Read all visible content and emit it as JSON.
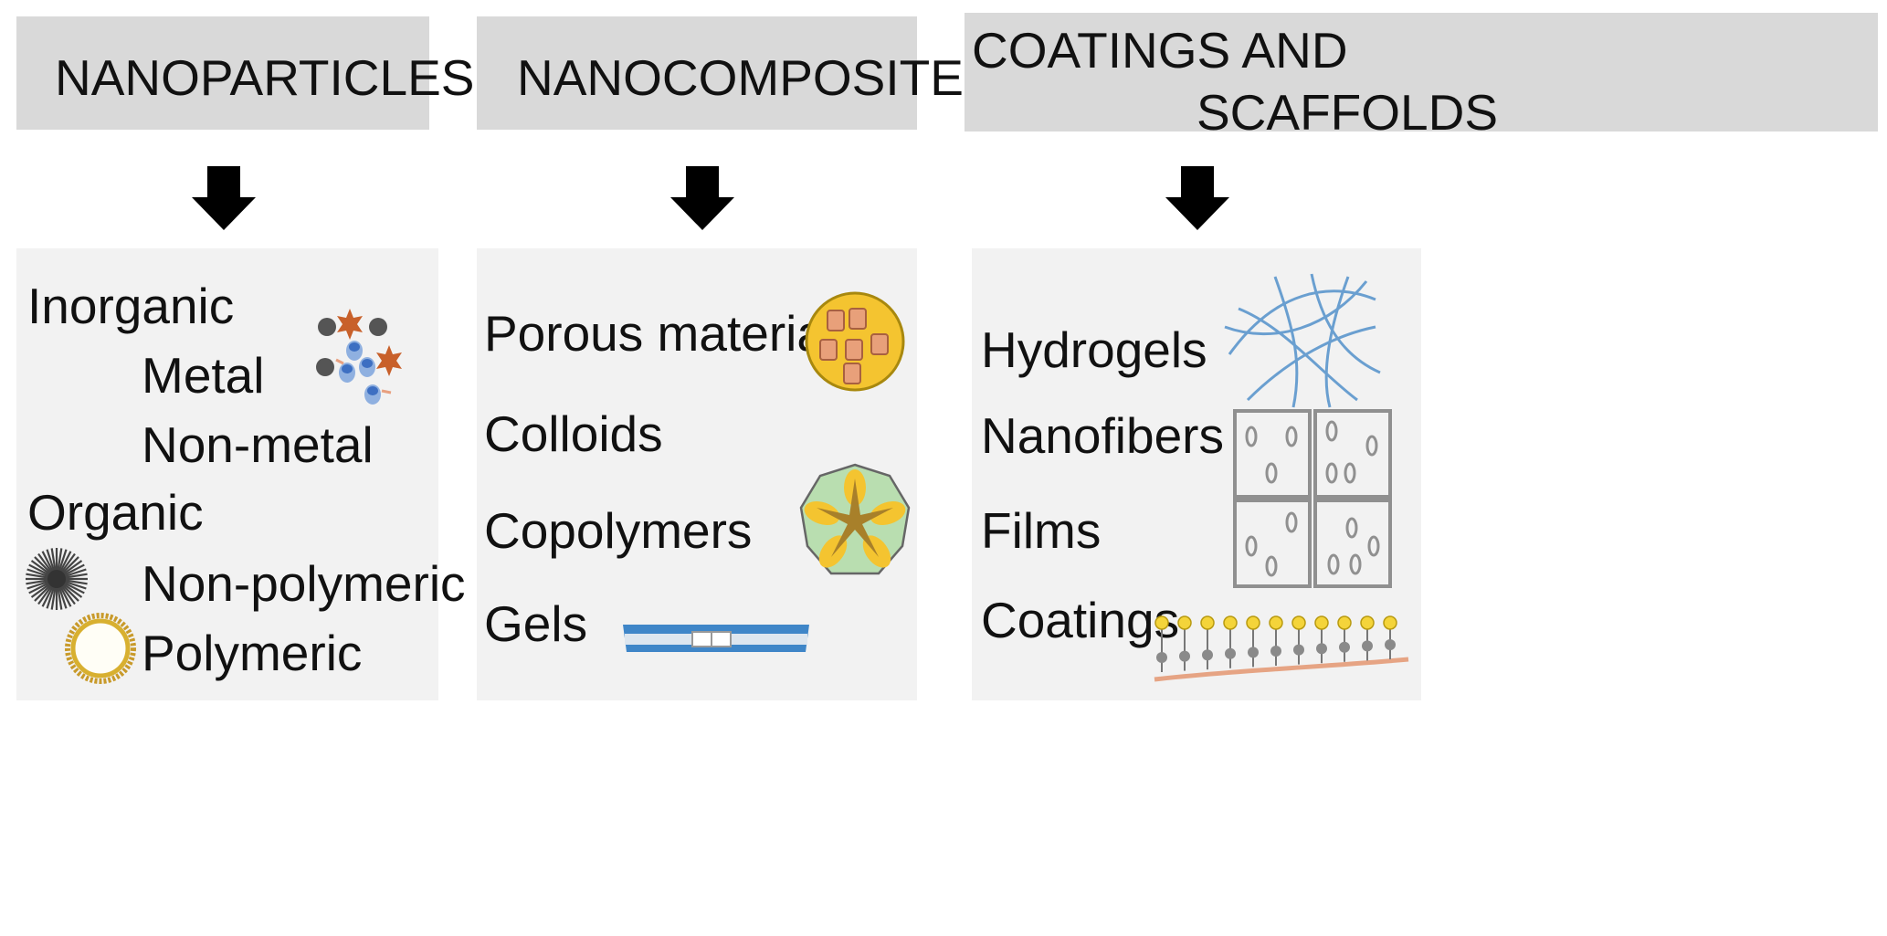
{
  "columns": [
    {
      "header": "NANOPARTICLES",
      "items": [
        "Inorganic",
        "Metal",
        "Non-metal",
        "Organic",
        "Non-polymeric",
        "Polymeric"
      ],
      "icons": [
        "metal-nanoparticles-icon",
        "starburst-icon",
        "polymer-ring-icon"
      ]
    },
    {
      "header": "NANOCOMPOSITES",
      "items": [
        "Porous materials",
        "Colloids",
        "Copolymers",
        "Gels"
      ],
      "icons": [
        "porous-material-icon",
        "copolymer-icon",
        "gel-icon"
      ]
    },
    {
      "header_lines": [
        "COATINGS AND",
        "SCAFFOLDS"
      ],
      "items": [
        "Hydrogels",
        "Nanofibers",
        "Films",
        "Coatings"
      ],
      "icons": [
        "hydrogel-fibers-icon",
        "film-grid-icon",
        "coating-layer-icon"
      ]
    }
  ],
  "colors": {
    "header_bg": "#d9d9d9",
    "panel_bg": "#f2f2f2",
    "arrow": "#000000",
    "gold": "#f4c430",
    "copper": "#e8a080",
    "fiber_blue": "#6a9fd0",
    "gel_blue": "#3f86c8"
  }
}
